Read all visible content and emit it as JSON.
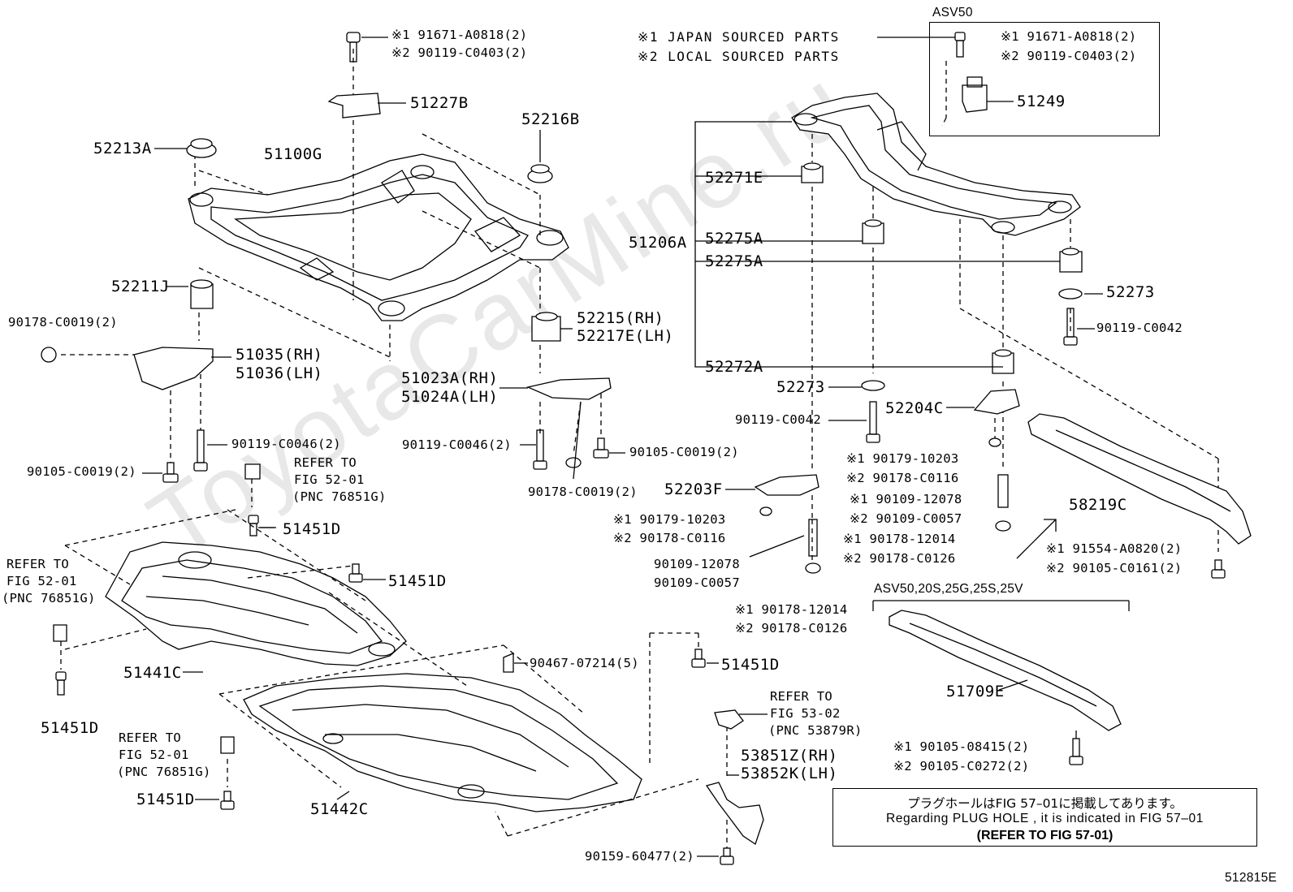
{
  "watermark": "ToyotaCarMine.ru",
  "legend": {
    "line1": "※1 JAPAN SOURCED PARTS",
    "line2": "※2 LOCAL SOURCED PARTS"
  },
  "variant_box": {
    "label": "ASV50"
  },
  "variant_bracket": {
    "label": "ASV50,20S,25G,25S,25V"
  },
  "notice": {
    "japanese": "プラグホールはFIG 57–01に掲載してあります。",
    "english": "Regarding PLUG HOLE , it is indicated in FIG 57–01",
    "refer": "(REFER TO FIG 57-01)"
  },
  "figure_id": "512815E",
  "labels": {
    "l_91671_top_a": "※1 91671-A0818(2)",
    "l_90119_top_a": "※2 90119-C0403(2)",
    "l_51227B": "51227B",
    "l_52216B": "52216B",
    "l_52213A": "52213A",
    "l_51100G": "51100G",
    "l_52211J": "52211J",
    "l_90178_left": "90178-C0019(2)",
    "l_51035": "51035(RH)",
    "l_51036": "51036(LH)",
    "l_52215": "52215(RH)",
    "l_52217E": "52217E(LH)",
    "l_51023A": "51023A(RH)",
    "l_51024A": "51024A(LH)",
    "l_90119_c0046_a": "90119-C0046(2)",
    "l_90105_left": "90105-C0019(2)",
    "l_90119_c0046_b": "90119-C0046(2)",
    "l_90105_mid": "90105-C0019(2)",
    "l_90178_mid": "90178-C0019(2)",
    "l_refer1_a": "REFER TO",
    "l_refer1_b": "FIG 52-01",
    "l_refer1_c": "(PNC 76851G)",
    "l_51451D_1": "51451D",
    "l_51451D_2": "51451D",
    "l_refer2_a": "REFER TO",
    "l_refer2_b": "FIG 52-01",
    "l_refer2_c": "(PNC 76851G)",
    "l_51441C": "51441C",
    "l_51451D_3": "51451D",
    "l_90467": "90467-07214(5)",
    "l_51451D_4": "51451D",
    "l_refer3_a": "REFER TO",
    "l_refer3_b": "FIG 52-01",
    "l_refer3_c": "(PNC 76851G)",
    "l_51451D_5": "51451D",
    "l_51442C": "51442C",
    "l_refer4_a": "REFER TO",
    "l_refer4_b": "FIG 53-02",
    "l_refer4_c": "(PNC 53879R)",
    "l_53851Z": "53851Z(RH)",
    "l_53852K": "53852K(LH)",
    "l_90159": "90159-60477(2)",
    "l_91671_b": "※1 91671-A0818(2)",
    "l_90119_b": "※2 90119-C0403(2)",
    "l_51249": "51249",
    "l_52271E": "52271E",
    "l_51206A": "51206A",
    "l_52275A_1": "52275A",
    "l_52275A_2": "52275A",
    "l_52273_r": "52273",
    "l_90119_c0042_r": "90119-C0042",
    "l_52272A": "52272A",
    "l_52273_m": "52273",
    "l_90119_c0042_m": "90119-C0042",
    "l_52204C": "52204C",
    "l_90179_a": "※1 90179-10203",
    "l_90178_c0116_a": "※2 90178-C0116",
    "l_90109_a": "※1 90109-12078",
    "l_90109_c0057_a": "※2 90109-C0057",
    "l_90178_12014_a": "※1 90178-12014",
    "l_90178_c0126_a": "※2 90178-C0126",
    "l_52203F": "52203F",
    "l_90179_b": "※1 90179-10203",
    "l_90178_c0116_b": "※2 90178-C0116",
    "l_90109_12078": "90109-12078",
    "l_90109_c0057": "90109-C0057",
    "l_90178_12014_b": "※1 90178-12014",
    "l_90178_c0126_b": "※2 90178-C0126",
    "l_58219C": "58219C",
    "l_91554": "※1 91554-A0820(2)",
    "l_90105_c0161": "※2 90105-C0161(2)",
    "l_51709E": "51709E",
    "l_90105_08415": "※1 90105-08415(2)",
    "l_90105_c0272": "※2 90105-C0272(2)"
  }
}
